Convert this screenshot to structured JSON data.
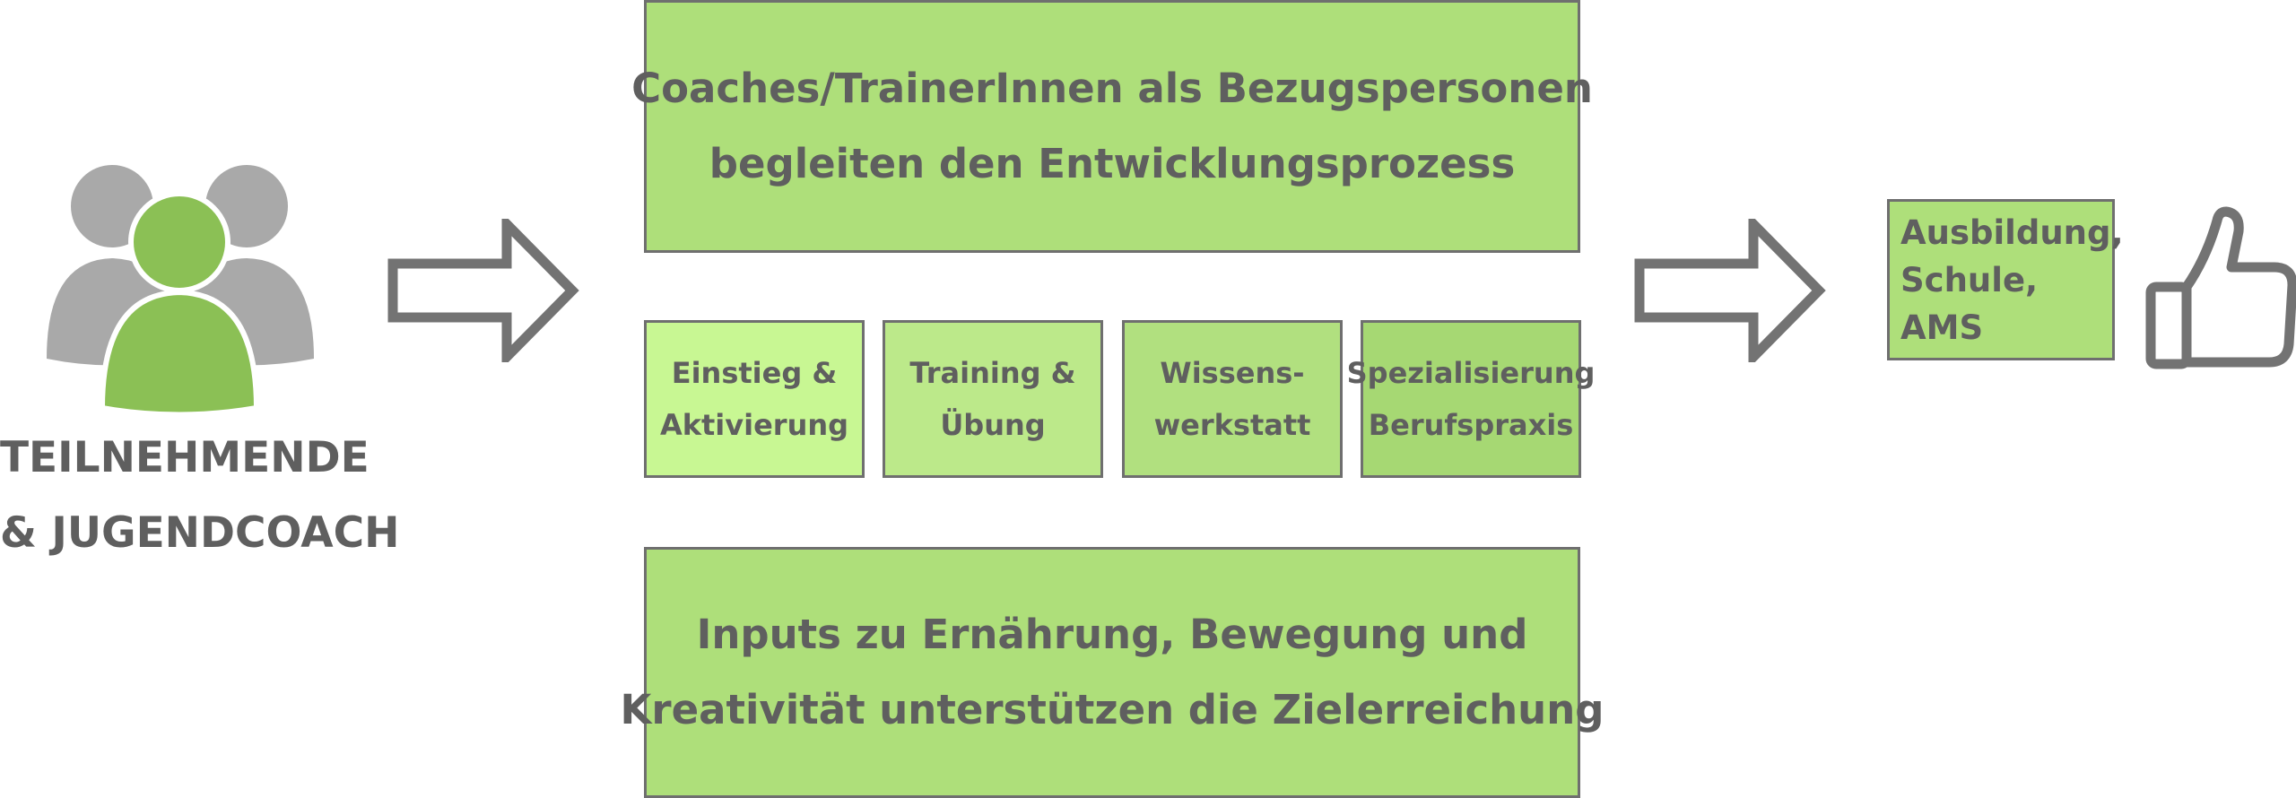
{
  "participants": {
    "line1": "TEILNEHMENDE",
    "line2": "& JUGENDCOACH",
    "icon": "people-group-icon"
  },
  "top_box": {
    "line1": "Coaches/TrainerInnen als Bezugspersonen",
    "line2": "begleiten den Entwicklungsprozess"
  },
  "phases": [
    {
      "line1": "Einstieg &",
      "line2": "Aktivierung"
    },
    {
      "line1": "Training &",
      "line2": "Übung"
    },
    {
      "line1": "Wissens-",
      "line2": "werkstatt"
    },
    {
      "line1": "Spezialisierung",
      "line2": "Berufspraxis"
    }
  ],
  "bottom_box": {
    "line1": "Inputs zu Ernährung, Bewegung und",
    "line2": "Kreativität unterstützen die Zielerreichung"
  },
  "outcome": {
    "line1": "Ausbildung,",
    "line2": "Schule,",
    "line3": "AMS"
  },
  "icons": {
    "arrow": "arrow-right-icon",
    "thumbs": "thumbs-up-icon"
  },
  "colors": {
    "green_person": "#8bc055",
    "grey_person": "#a9a9a9",
    "box_fill": "#aedf7a",
    "border": "#6f6f6f",
    "text": "#5f5f5f"
  }
}
